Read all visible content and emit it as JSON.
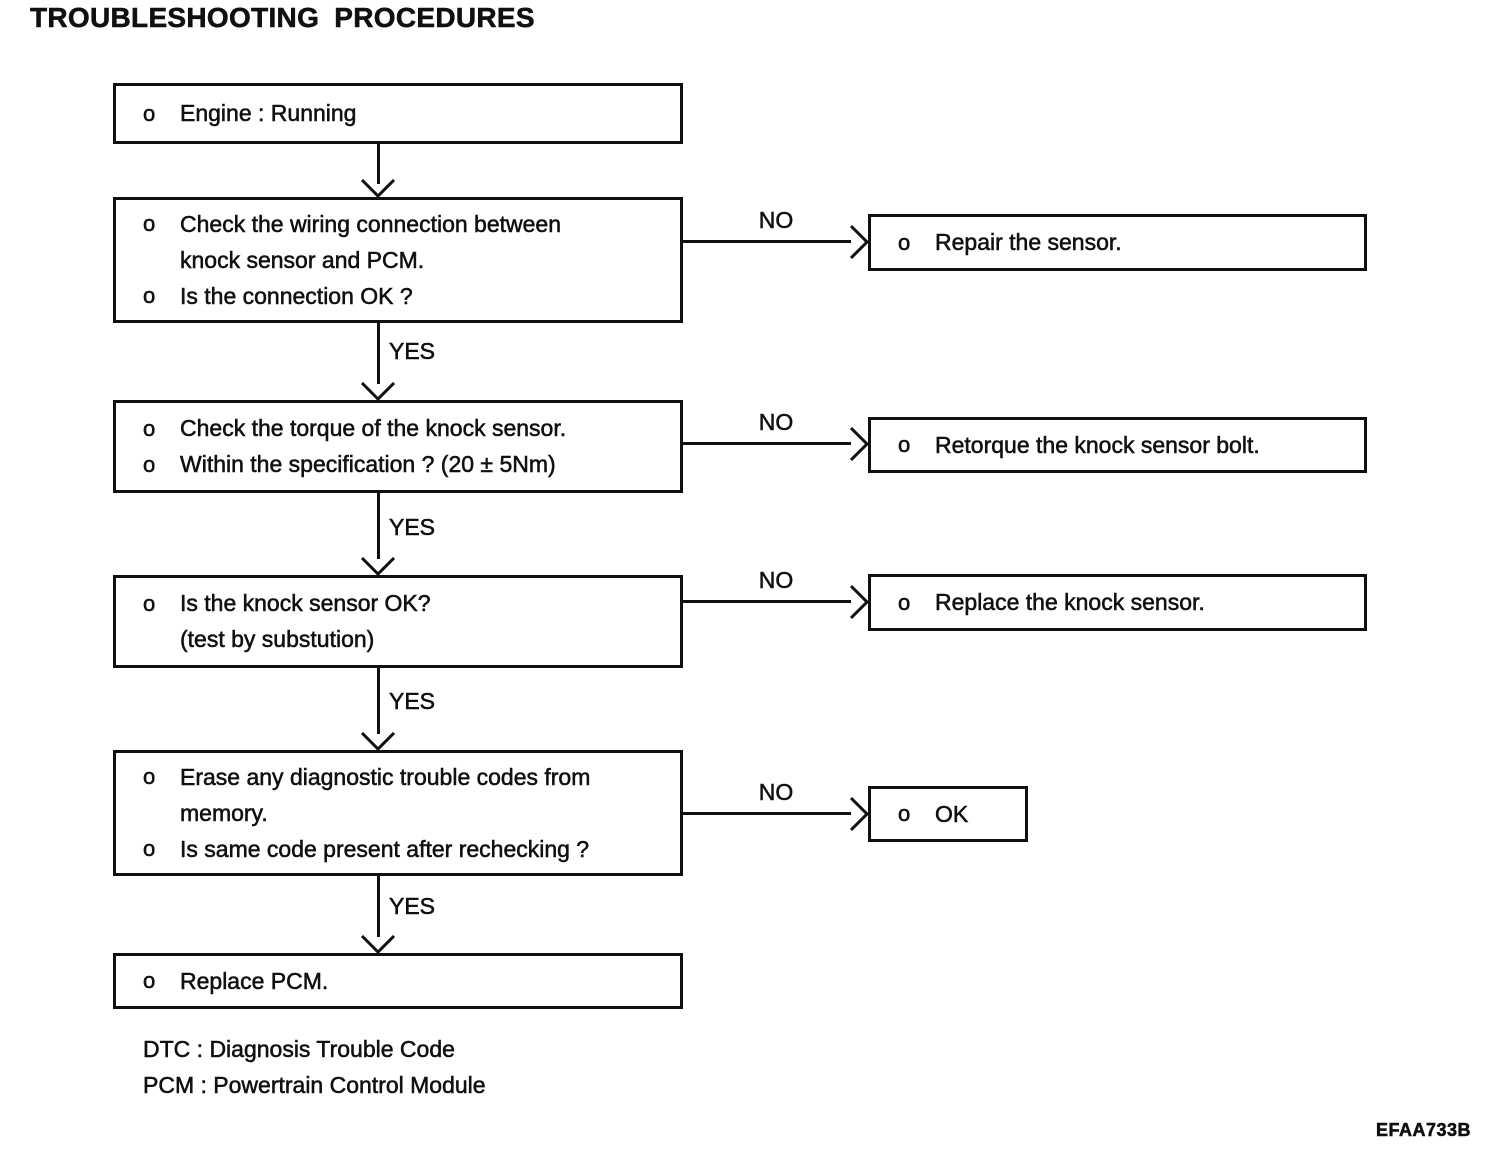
{
  "title": "TROUBLESHOOTING PROCEDURES",
  "figure_code": "EFAA733B",
  "flow": {
    "steps": [
      {
        "lines": [
          {
            "bullet": "o",
            "text": "Engine : Running"
          }
        ]
      },
      {
        "lines": [
          {
            "bullet": "o",
            "text": "Check the wiring connection between"
          },
          {
            "bullet": "",
            "text": "knock sensor and PCM."
          },
          {
            "bullet": "o",
            "text": "Is the connection OK ?"
          }
        ],
        "no_label": "NO",
        "yes_label": "YES",
        "no_action": {
          "bullet": "o",
          "text": "Repair the sensor."
        }
      },
      {
        "lines": [
          {
            "bullet": "o",
            "text": "Check the torque of the knock sensor."
          },
          {
            "bullet": "o",
            "text": "Within the specification ? (20 ± 5Nm)"
          }
        ],
        "no_label": "NO",
        "yes_label": "YES",
        "no_action": {
          "bullet": "o",
          "text": "Retorque the knock sensor bolt."
        }
      },
      {
        "lines": [
          {
            "bullet": "o",
            "text": "Is the knock sensor OK?"
          },
          {
            "bullet": "",
            "text": "(test by substution)"
          }
        ],
        "no_label": "NO",
        "yes_label": "YES",
        "no_action": {
          "bullet": "o",
          "text": "Replace the knock sensor."
        }
      },
      {
        "lines": [
          {
            "bullet": "o",
            "text": "Erase any diagnostic trouble codes from"
          },
          {
            "bullet": "",
            "text": "memory."
          },
          {
            "bullet": "o",
            "text": "Is same code present after rechecking ?"
          }
        ],
        "no_label": "NO",
        "yes_label": "YES",
        "no_action": {
          "bullet": "o",
          "text": "OK"
        }
      },
      {
        "lines": [
          {
            "bullet": "o",
            "text": "Replace PCM."
          }
        ]
      }
    ]
  },
  "footnotes": [
    "DTC : Diagnosis Trouble Code",
    "PCM : Powertrain Control Module"
  ]
}
